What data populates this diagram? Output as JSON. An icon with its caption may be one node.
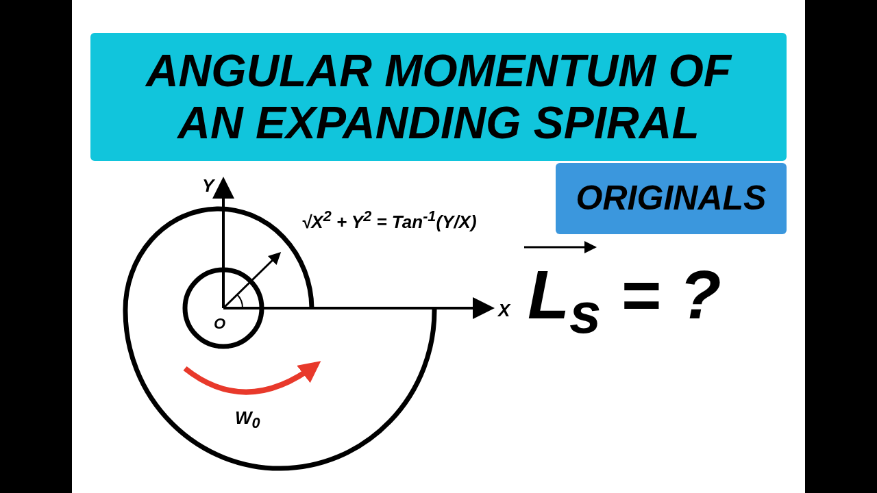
{
  "diagram": {
    "nodes": [
      {
        "text": [
          "ANGULAR MOMENTUM OF AN EXPANDING SPIRAL"
        ]
      },
      {
        "text": [
          "ORIGINALS"
        ]
      }
    ],
    "labels": [
      "Y",
      "√X$^{2}$ + Y$^{2}$ = Tan$^{-1}$(Y/X)",
      "L$_{s}$ = ?",
      "O",
      "X",
      "W$_{0}$"
    ]
  }
}
